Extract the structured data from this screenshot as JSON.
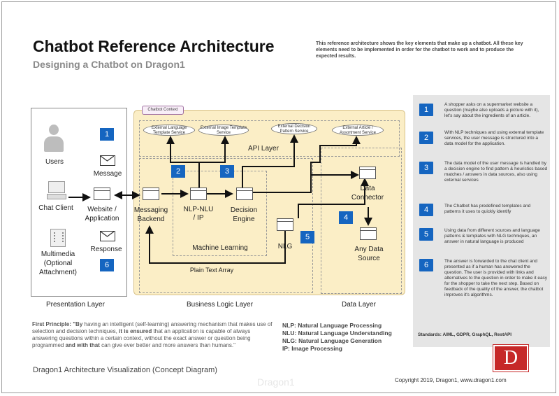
{
  "header": {
    "title": "Chatbot Reference Architecture",
    "subtitle": "Designing a Chatbot on Dragon1",
    "intro": "This reference architecture shows the key elements that make up a chatbot. All these key elements need to be implemented in order for the chatbot to work and to produce the expected results."
  },
  "steps": [
    {
      "num": "1",
      "text": "A shopper asks on a supermarket website a question (maybe also uploads a picture with it), let's say about the ingredients of an article."
    },
    {
      "num": "2",
      "text": "With NLP techniques and using external template services, the user message is structured into a data model for the application."
    },
    {
      "num": "3",
      "text": "The data model of the user message is handled by a decision engine to find pattern & heuristics based matches / answers in data sources, also using external services"
    },
    {
      "num": "4",
      "text": "The Chatbot has predefined templates and patterns it uses to quickly identify"
    },
    {
      "num": "5",
      "text": "Using data from different sources and language patterns & templates with NLG techniques, an answer in natural language is produced"
    },
    {
      "num": "6",
      "text": "The answer is forwarded to the chat client and presented as if a human has answered the question. The user is provided with links and alternatives to the question in order to make it easy for the shopper to take the next step. Based on feedback of the quality of the answer, the chatbot improves it's algorithms."
    }
  ],
  "standards": "Standards: AIML, GDPR, GraphQL, RestAPI",
  "logo_letter": "D",
  "copyright": "Copyright 2019, Dragon1, www.dragon1.com",
  "diagram": {
    "context_tag": "Chatbot Context",
    "api_layer": "API Layer",
    "services": {
      "lang": "External Language Template Service",
      "image": "External Image Template Service",
      "decision": "External Decision Pattern Service",
      "article": "External Article / Assortment Service"
    },
    "presentation": {
      "users": "Users",
      "message": "Message",
      "chat_client": "Chat Client",
      "website": "Website / Application",
      "multimedia": "Multimedia (Optional Attachment)",
      "response": "Response",
      "badge1": "1",
      "badge6": "6"
    },
    "business": {
      "messaging": "Messaging Backend",
      "nlp": "NLP-NLU / IP",
      "decision": "Decision Engine",
      "nlg": "NLG",
      "ml": "Machine Learning",
      "plain": "Plain Text Array",
      "badge2": "2",
      "badge3": "3",
      "badge5": "5"
    },
    "data": {
      "connector": "Data Connector",
      "source": "Any Data Source",
      "badge4": "4"
    },
    "layers": {
      "presentation": "Presentation Layer",
      "business": "Business Logic Layer",
      "data": "Data Layer"
    }
  },
  "footer": {
    "principle_label": "First Principle:",
    "principle_q1": "\"By",
    "principle_t1": " having an intelligent (self-learning) answering mechanism that makes use of selection and decision techniques, ",
    "principle_b2": "it is ensured",
    "principle_t2": " that an application is capable of always answering questions within a certain context, without the exact answer or question being programmed ",
    "principle_b3": "and with that",
    "principle_t3": " can give ever better and more answers than humans.\"",
    "abbreviations": [
      "NLP: Natural Language Processing",
      "NLU: Natural Language Understanding",
      "NLG: Natural Language Generation",
      "IP: Image Processing"
    ],
    "concept": "Dragon1 Architecture Visualization (Concept Diagram)",
    "watermark": "Dragon1"
  },
  "colors": {
    "accent": "#1565c0",
    "business_bg": "#fbeec6",
    "panel_bg": "#e5e5e5",
    "logo": "#c62828"
  }
}
